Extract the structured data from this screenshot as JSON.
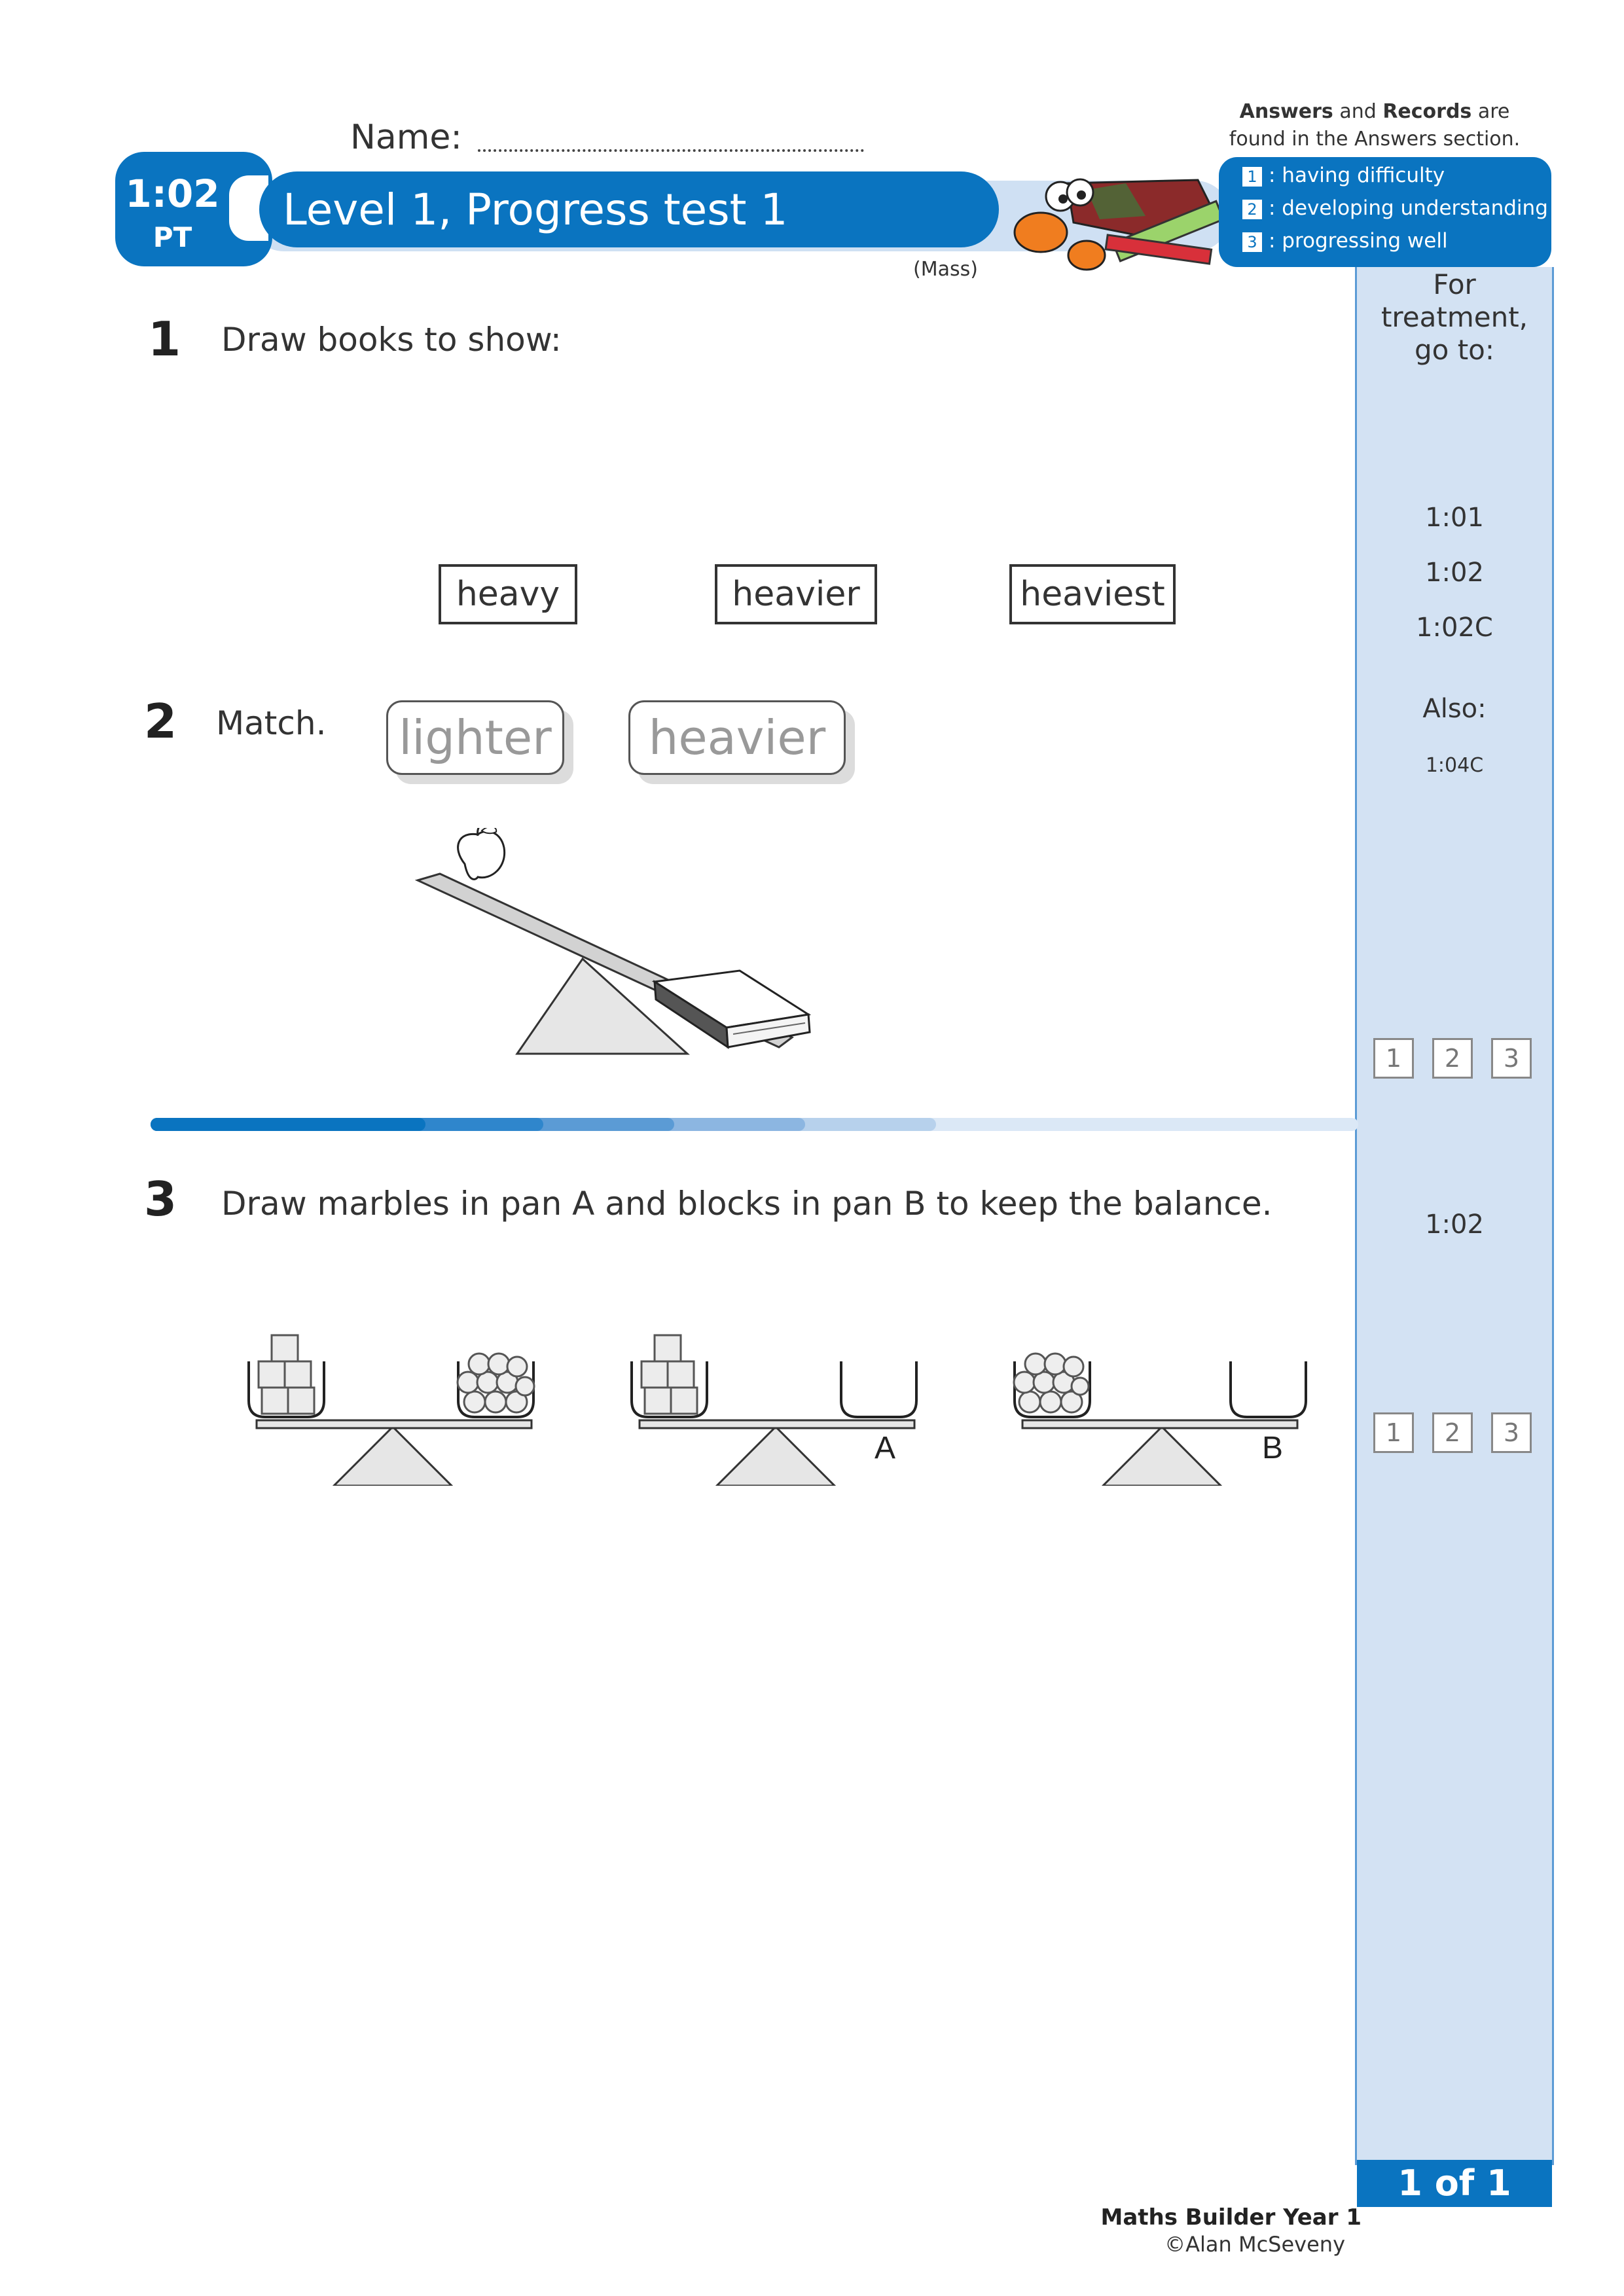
{
  "header": {
    "name_label": "Name:",
    "code": "1:02",
    "code_sub": "PT",
    "title": "Level 1, Progress test 1",
    "topic": "(Mass)",
    "answers_note_line1_b1": "Answers",
    "answers_note_line1_mid": " and ",
    "answers_note_line1_b2": "Records",
    "answers_note_line1_end": " are",
    "answers_note_line2": "found in the Answers section."
  },
  "key": [
    {
      "num": "1",
      "label": ": having difficulty"
    },
    {
      "num": "2",
      "label": ": developing understanding"
    },
    {
      "num": "3",
      "label": ": progressing well"
    }
  ],
  "sidebar": {
    "treatment_line1": "For treatment,",
    "treatment_line2": "go to:",
    "refs_q1": [
      "1:01",
      "1:02",
      "1:02C"
    ],
    "also_label": "Also:",
    "also_ref": "1:04C",
    "ref_q3": "1:02",
    "ratings": [
      "1",
      "2",
      "3"
    ],
    "page_label": "1 of 1"
  },
  "q1": {
    "number": "1",
    "text": "Draw books to show:",
    "words": [
      "heavy",
      "heavier",
      "heaviest"
    ]
  },
  "q2": {
    "number": "2",
    "text": "Match.",
    "words": [
      "lighter",
      "heavier"
    ]
  },
  "q3": {
    "number": "3",
    "text": "Draw marbles in pan A and blocks in pan B to keep the balance.",
    "label_a": "A",
    "label_b": "B"
  },
  "footer": {
    "book": "Maths Builder Year 1",
    "copyright": "©Alan McSeveny"
  },
  "colors": {
    "brand_blue": "#0a74c0",
    "sidebar_blue": "#d3e2f3"
  }
}
